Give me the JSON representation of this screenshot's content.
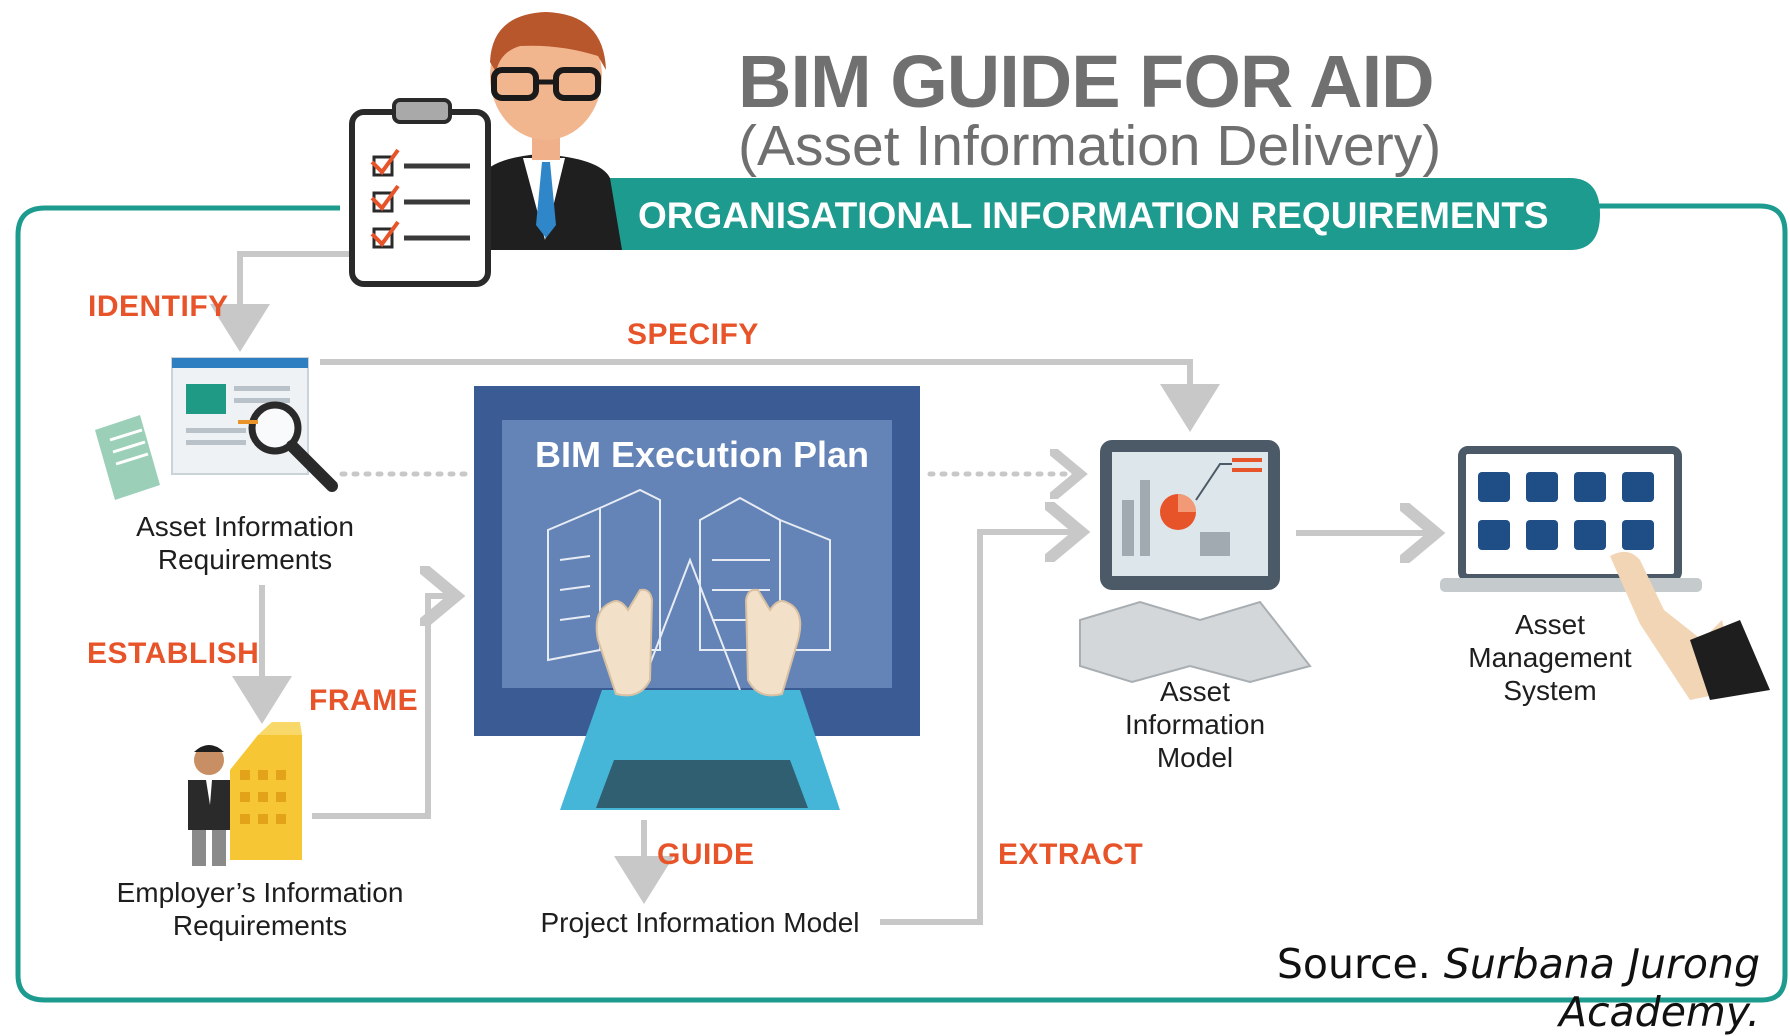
{
  "title": {
    "main": "BIM GUIDE FOR AID",
    "sub": "(Asset Information Delivery)"
  },
  "banner": "ORGANISATIONAL INFORMATION REQUIREMENTS",
  "nodes": {
    "air": "Asset Information Requirements",
    "eir": "Employer's Information Requirements",
    "bep": "BIM Execution Plan",
    "pim": "Project Information Model",
    "aim": "Asset Information Model",
    "ams": "Asset Management System"
  },
  "labels": {
    "air_line1": "Asset Information",
    "air_line2": "Requirements",
    "eir_line1": "Employer’s Information",
    "eir_line2": "Requirements",
    "aim_line1": "Asset",
    "aim_line2": "Information",
    "aim_line3": "Model",
    "ams_line1": "Asset",
    "ams_line2": "Management",
    "ams_line3": "System"
  },
  "verbs": {
    "identify": "IDENTIFY",
    "specify": "SPECIFY",
    "establish": "ESTABLISH",
    "frame": "FRAME",
    "guide": "GUIDE",
    "extract": "EXTRACT"
  },
  "edges": [
    {
      "from": "oir",
      "to": "air",
      "label": "IDENTIFY"
    },
    {
      "from": "air",
      "to": "aim",
      "label": "SPECIFY"
    },
    {
      "from": "air",
      "to": "eir",
      "label": "ESTABLISH"
    },
    {
      "from": "eir",
      "to": "bep",
      "label": "FRAME"
    },
    {
      "from": "bep",
      "to": "pim",
      "label": "GUIDE"
    },
    {
      "from": "pim",
      "to": "aim",
      "label": "EXTRACT"
    },
    {
      "from": "aim",
      "to": "ams",
      "label": ""
    }
  ],
  "source": {
    "prefix": "Source. ",
    "name": "Surbana Jurong Academy."
  },
  "colors": {
    "teal": "#1c9b8e",
    "orange": "#e8542a",
    "grey_arrow": "#c8c8c8",
    "navy": "#3a5b93",
    "title_grey": "#707070"
  },
  "icons": [
    "businessman-icon",
    "clipboard-icon",
    "document-search-icon",
    "employer-building-icon",
    "monitor-icon",
    "hands-icon",
    "tablet-chart-icon",
    "laptop-dashboard-icon"
  ]
}
